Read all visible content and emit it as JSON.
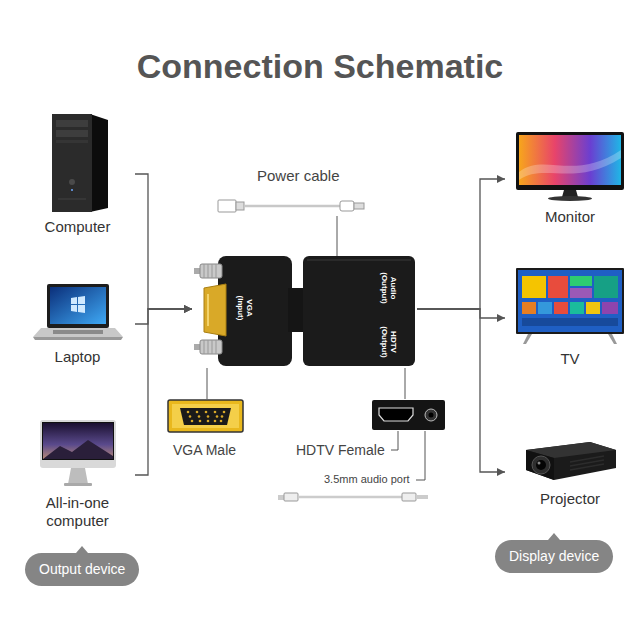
{
  "diagram": {
    "title": "Connection Schematic",
    "nodes": [
      {
        "text": [
          "Computer"
        ]
      },
      {
        "text": [
          "Laptop"
        ]
      },
      {
        "text": [
          "All-in-one computer"
        ]
      },
      {
        "text": [
          "Output device"
        ]
      },
      {
        "text": [
          "VGA (Input)",
          "Audio (Output)",
          "HDTV (Output)"
        ]
      },
      {
        "text": [
          "Monitor"
        ]
      },
      {
        "text": [
          "TV"
        ]
      },
      {
        "text": [
          "Projector"
        ]
      },
      {
        "text": [
          "Display device"
        ]
      }
    ],
    "edges": [
      {
        "from": 0,
        "to": 4,
        "arrow": "to"
      },
      {
        "from": 1,
        "to": 4,
        "arrow": "to"
      },
      {
        "from": 2,
        "to": 4,
        "arrow": "to"
      },
      {
        "from": 4,
        "to": 5,
        "arrow": "to"
      },
      {
        "from": 4,
        "to": 6,
        "arrow": "to"
      },
      {
        "from": 4,
        "to": 7,
        "arrow": "to"
      }
    ],
    "labels": [
      "Power cable",
      "VGA Male",
      "HDTV Female",
      "3.5mm audio port"
    ]
  }
}
